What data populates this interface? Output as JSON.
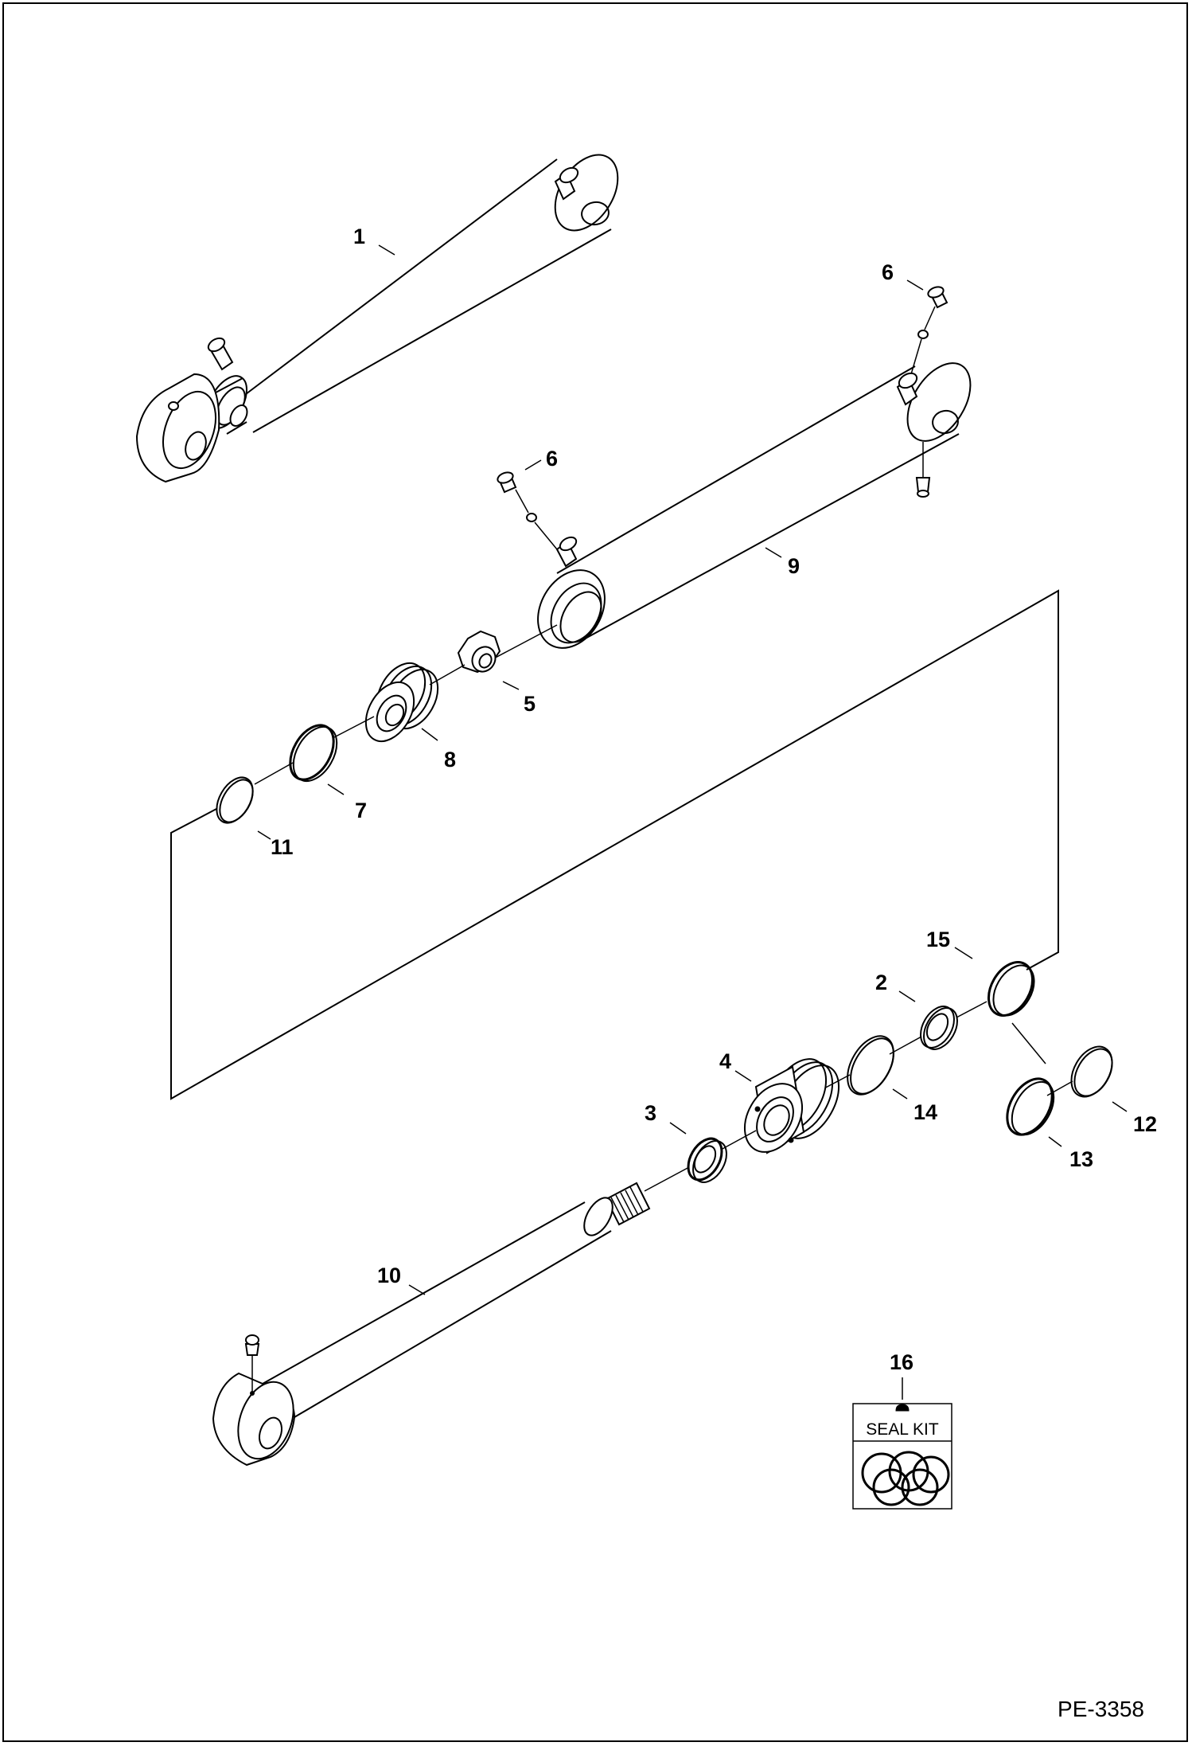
{
  "diagram": {
    "figure_id": "PE-3358",
    "seal_kit_label": "SEAL KIT",
    "callouts": {
      "c1": "1",
      "c2": "2",
      "c3": "3",
      "c4": "4",
      "c5": "5",
      "c6a": "6",
      "c6b": "6",
      "c7": "7",
      "c8": "8",
      "c9": "9",
      "c10": "10",
      "c11": "11",
      "c12": "12",
      "c13": "13",
      "c14": "14",
      "c15": "15",
      "c16": "16"
    }
  }
}
